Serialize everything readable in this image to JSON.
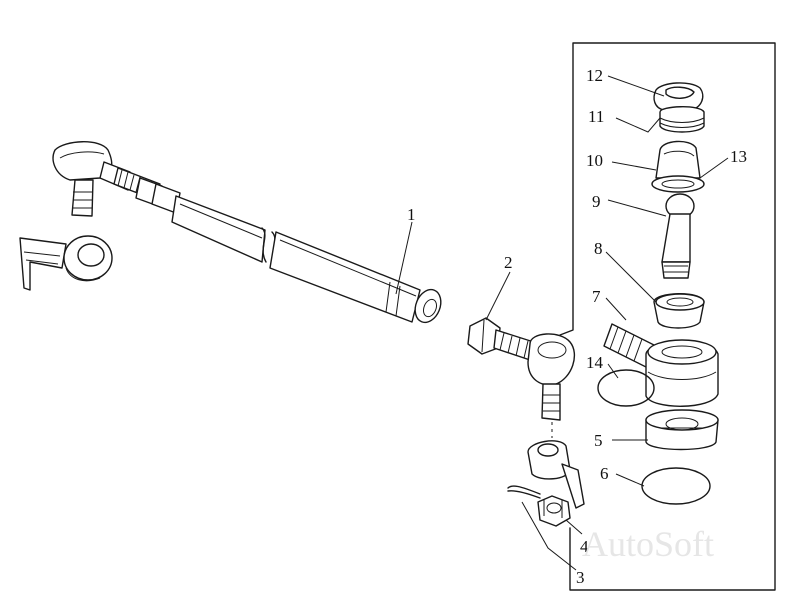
{
  "diagram": {
    "callouts": [
      "1",
      "2",
      "3",
      "4",
      "5",
      "6",
      "7",
      "8",
      "9",
      "10",
      "11",
      "12",
      "13",
      "14"
    ],
    "watermark": "AutoSoft"
  }
}
